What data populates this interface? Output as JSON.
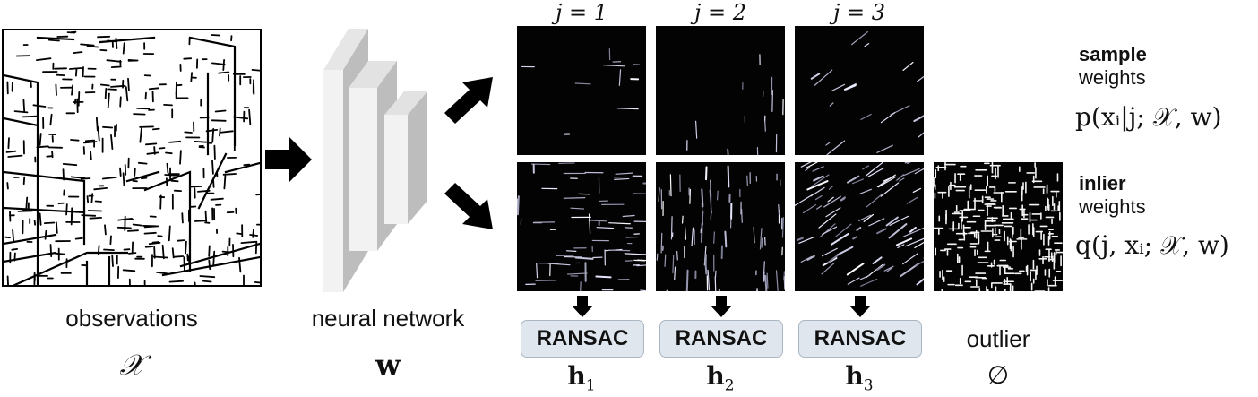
{
  "input": {
    "caption": "observations",
    "symbol": "𝒳"
  },
  "network": {
    "caption": "neural network",
    "symbol": "w"
  },
  "columns": [
    {
      "j_label": "j = 1",
      "method": "RANSAC",
      "h_base": "h",
      "h_sub": "1"
    },
    {
      "j_label": "j = 2",
      "method": "RANSAC",
      "h_base": "h",
      "h_sub": "2"
    },
    {
      "j_label": "j = 3",
      "method": "RANSAC",
      "h_base": "h",
      "h_sub": "3"
    }
  ],
  "outlier": {
    "caption": "outlier",
    "symbol": "∅"
  },
  "sample": {
    "title": "sample",
    "subtitle": "weights",
    "formula": "p(xᵢ|j; 𝒳, w)"
  },
  "inlier": {
    "title": "inlier",
    "subtitle": "weights",
    "formula": "q(j, xᵢ; 𝒳, w)"
  },
  "colors": {
    "arrow": "#000000",
    "panel_bg": "#030303",
    "ransac_fill": "#dfe6ee",
    "network_front": "#f1f1f1",
    "network_side": "#c8c8c8"
  }
}
